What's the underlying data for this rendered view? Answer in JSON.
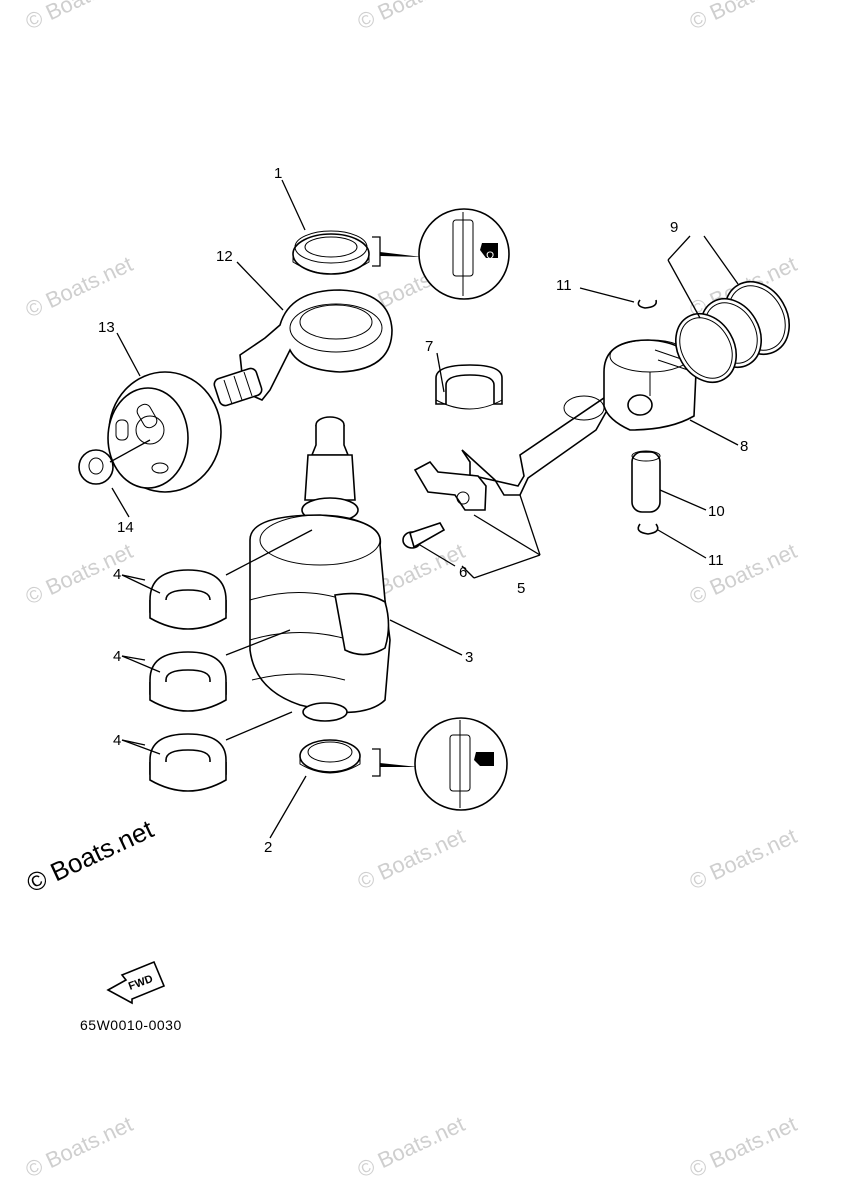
{
  "watermark": "© Boats.net",
  "main_watermark": "© Boats.net",
  "diagram_code": "65W0010-0030",
  "fwd_label": "FWD",
  "callouts": {
    "c1": "1",
    "c2": "2",
    "c3": "3",
    "c4a": "4",
    "c4b": "4",
    "c4c": "4",
    "c5": "5",
    "c6": "6",
    "c7": "7",
    "c8": "8",
    "c9": "9",
    "c10": "10",
    "c11a": "11",
    "c11b": "11",
    "c12": "12",
    "c13": "13",
    "c14": "14"
  }
}
